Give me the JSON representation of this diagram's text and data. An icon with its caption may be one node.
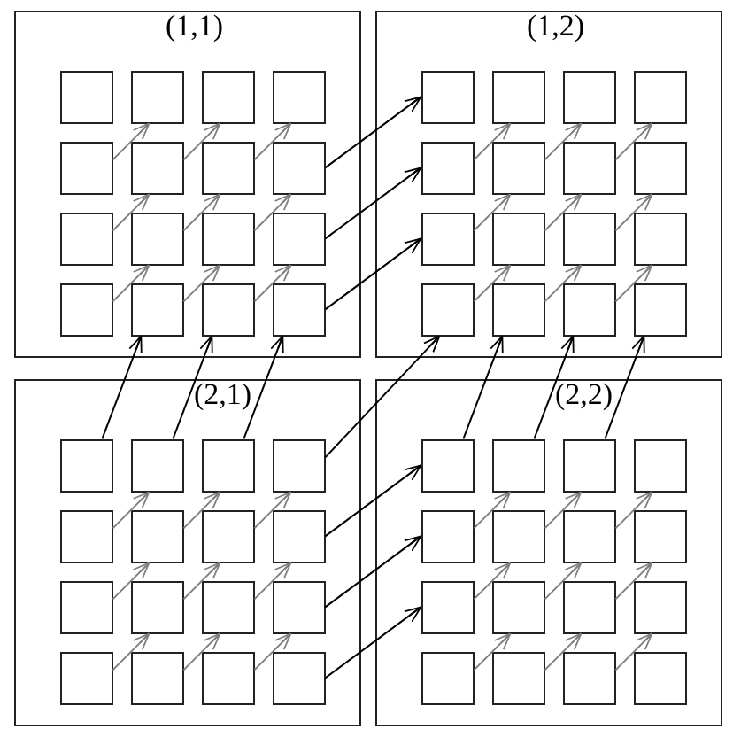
{
  "diagram": {
    "nodes": [
      {
        "text": [
          "(1,1)"
        ]
      },
      {
        "text": [],
        "shape": "box",
        "in": 0
      },
      {
        "text": [],
        "shape": "box",
        "in": 0
      },
      {
        "text": [],
        "shape": "box",
        "in": 0
      },
      {
        "text": [],
        "shape": "box",
        "in": 0
      },
      {
        "text": [],
        "shape": "box",
        "in": 0
      },
      {
        "text": [],
        "shape": "box",
        "in": 0
      },
      {
        "text": [],
        "shape": "box",
        "in": 0
      },
      {
        "text": [],
        "shape": "box",
        "in": 0
      },
      {
        "text": [],
        "shape": "box",
        "in": 0
      },
      {
        "text": [],
        "shape": "box",
        "in": 0
      },
      {
        "text": [],
        "shape": "box",
        "in": 0
      },
      {
        "text": [],
        "shape": "box",
        "in": 0
      },
      {
        "text": [],
        "shape": "box",
        "in": 0
      },
      {
        "text": [],
        "shape": "box",
        "in": 0
      },
      {
        "text": [],
        "shape": "box",
        "in": 0
      },
      {
        "text": [],
        "shape": "box",
        "in": 0
      },
      {
        "text": [
          "(1,2)"
        ]
      },
      {
        "text": [],
        "shape": "box",
        "in": 17
      },
      {
        "text": [],
        "shape": "box",
        "in": 17
      },
      {
        "text": [],
        "shape": "box",
        "in": 17
      },
      {
        "text": [],
        "shape": "box",
        "in": 17
      },
      {
        "text": [],
        "shape": "box",
        "in": 17
      },
      {
        "text": [],
        "shape": "box",
        "in": 17
      },
      {
        "text": [],
        "shape": "box",
        "in": 17
      },
      {
        "text": [],
        "shape": "box",
        "in": 17
      },
      {
        "text": [],
        "shape": "box",
        "in": 17
      },
      {
        "text": [],
        "shape": "box",
        "in": 17
      },
      {
        "text": [],
        "shape": "box",
        "in": 17
      },
      {
        "text": [],
        "shape": "box",
        "in": 17
      },
      {
        "text": [],
        "shape": "box",
        "in": 17
      },
      {
        "text": [],
        "shape": "box",
        "in": 17
      },
      {
        "text": [],
        "shape": "box",
        "in": 17
      },
      {
        "text": [],
        "shape": "box",
        "in": 17
      },
      {
        "text": [
          "(2,1)"
        ]
      },
      {
        "text": [],
        "shape": "box",
        "in": 34
      },
      {
        "text": [],
        "shape": "box",
        "in": 34
      },
      {
        "text": [],
        "shape": "box",
        "in": 34
      },
      {
        "text": [],
        "shape": "box",
        "in": 34
      },
      {
        "text": [],
        "shape": "box",
        "in": 34
      },
      {
        "text": [],
        "shape": "box",
        "in": 34
      },
      {
        "text": [],
        "shape": "box",
        "in": 34
      },
      {
        "text": [],
        "shape": "box",
        "in": 34
      },
      {
        "text": [],
        "shape": "box",
        "in": 34
      },
      {
        "text": [],
        "shape": "box",
        "in": 34
      },
      {
        "text": [],
        "shape": "box",
        "in": 34
      },
      {
        "text": [],
        "shape": "box",
        "in": 34
      },
      {
        "text": [],
        "shape": "box",
        "in": 34
      },
      {
        "text": [],
        "shape": "box",
        "in": 34
      },
      {
        "text": [],
        "shape": "box",
        "in": 34
      },
      {
        "text": [],
        "shape": "box",
        "in": 34
      },
      {
        "text": [
          "(2,2)"
        ]
      },
      {
        "text": [],
        "shape": "box",
        "in": 51
      },
      {
        "text": [],
        "shape": "box",
        "in": 51
      },
      {
        "text": [],
        "shape": "box",
        "in": 51
      },
      {
        "text": [],
        "shape": "box",
        "in": 51
      },
      {
        "text": [],
        "shape": "box",
        "in": 51
      },
      {
        "text": [],
        "shape": "box",
        "in": 51
      },
      {
        "text": [],
        "shape": "box",
        "in": 51
      },
      {
        "text": [],
        "shape": "box",
        "in": 51
      },
      {
        "text": [],
        "shape": "box",
        "in": 51
      },
      {
        "text": [],
        "shape": "box",
        "in": 51
      },
      {
        "text": [],
        "shape": "box",
        "in": 51
      },
      {
        "text": [],
        "shape": "box",
        "in": 51
      },
      {
        "text": [],
        "shape": "box",
        "in": 51
      },
      {
        "text": [],
        "shape": "box",
        "in": 51
      },
      {
        "text": [],
        "shape": "box",
        "in": 51
      },
      {
        "text": [],
        "shape": "box",
        "in": 51
      }
    ],
    "edges": [
      {
        "from": 5,
        "to": 2,
        "arrow": "to"
      },
      {
        "from": 6,
        "to": 3,
        "arrow": "to"
      },
      {
        "from": 7,
        "to": 4,
        "arrow": "to"
      },
      {
        "from": 9,
        "to": 6,
        "arrow": "to"
      },
      {
        "from": 10,
        "to": 7,
        "arrow": "to"
      },
      {
        "from": 11,
        "to": 8,
        "arrow": "to"
      },
      {
        "from": 13,
        "to": 10,
        "arrow": "to"
      },
      {
        "from": 14,
        "to": 11,
        "arrow": "to"
      },
      {
        "from": 15,
        "to": 12,
        "arrow": "to"
      },
      {
        "from": 22,
        "to": 19,
        "arrow": "to"
      },
      {
        "from": 23,
        "to": 20,
        "arrow": "to"
      },
      {
        "from": 24,
        "to": 21,
        "arrow": "to"
      },
      {
        "from": 26,
        "to": 23,
        "arrow": "to"
      },
      {
        "from": 27,
        "to": 24,
        "arrow": "to"
      },
      {
        "from": 28,
        "to": 25,
        "arrow": "to"
      },
      {
        "from": 30,
        "to": 27,
        "arrow": "to"
      },
      {
        "from": 31,
        "to": 28,
        "arrow": "to"
      },
      {
        "from": 32,
        "to": 29,
        "arrow": "to"
      },
      {
        "from": 39,
        "to": 36,
        "arrow": "to"
      },
      {
        "from": 40,
        "to": 37,
        "arrow": "to"
      },
      {
        "from": 41,
        "to": 38,
        "arrow": "to"
      },
      {
        "from": 43,
        "to": 40,
        "arrow": "to"
      },
      {
        "from": 44,
        "to": 41,
        "arrow": "to"
      },
      {
        "from": 45,
        "to": 42,
        "arrow": "to"
      },
      {
        "from": 47,
        "to": 44,
        "arrow": "to"
      },
      {
        "from": 48,
        "to": 45,
        "arrow": "to"
      },
      {
        "from": 49,
        "to": 46,
        "arrow": "to"
      },
      {
        "from": 56,
        "to": 53,
        "arrow": "to"
      },
      {
        "from": 57,
        "to": 54,
        "arrow": "to"
      },
      {
        "from": 58,
        "to": 55,
        "arrow": "to"
      },
      {
        "from": 60,
        "to": 57,
        "arrow": "to"
      },
      {
        "from": 61,
        "to": 58,
        "arrow": "to"
      },
      {
        "from": 62,
        "to": 59,
        "arrow": "to"
      },
      {
        "from": 64,
        "to": 61,
        "arrow": "to"
      },
      {
        "from": 65,
        "to": 62,
        "arrow": "to"
      },
      {
        "from": 66,
        "to": 63,
        "arrow": "to"
      },
      {
        "from": 8,
        "to": 18,
        "arrow": "to",
        "color": "#000000"
      },
      {
        "from": 12,
        "to": 22,
        "arrow": "to",
        "color": "#000000"
      },
      {
        "from": 16,
        "to": 26,
        "arrow": "to",
        "color": "#000000"
      },
      {
        "from": 35,
        "to": 14,
        "arrow": "to",
        "color": "#000000"
      },
      {
        "from": 36,
        "to": 15,
        "arrow": "to",
        "color": "#000000"
      },
      {
        "from": 37,
        "to": 16,
        "arrow": "to",
        "color": "#000000"
      },
      {
        "from": 38,
        "to": 30,
        "arrow": "to",
        "color": "#000000"
      },
      {
        "from": 42,
        "to": 52,
        "arrow": "to",
        "color": "#000000"
      },
      {
        "from": 46,
        "to": 56,
        "arrow": "to",
        "color": "#000000"
      },
      {
        "from": 50,
        "to": 60,
        "arrow": "to",
        "color": "#000000"
      },
      {
        "from": 52,
        "to": 31,
        "arrow": "to",
        "color": "#000000"
      },
      {
        "from": 53,
        "to": 32,
        "arrow": "to",
        "color": "#000000"
      },
      {
        "from": 54,
        "to": 33,
        "arrow": "to",
        "color": "#000000"
      }
    ]
  }
}
